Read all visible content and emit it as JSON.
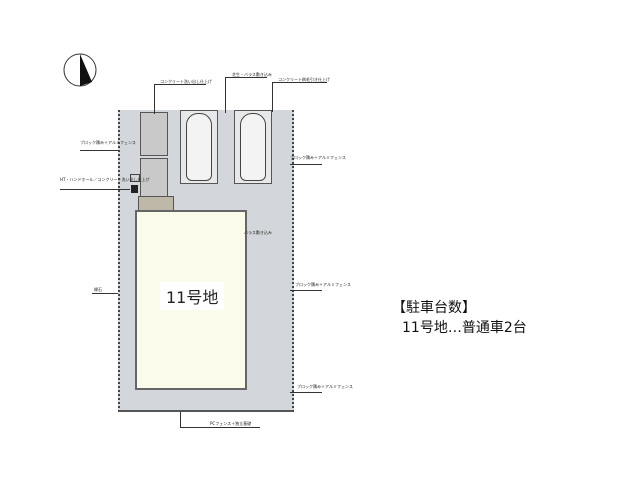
{
  "plan": {
    "lot_label": "11号地",
    "labels": {
      "concrete_wash": "コンクリート洗い出し仕上げ",
      "gravel_top": "芝生・バラス敷き込み",
      "concrete_brush": "コンクリート刷毛引き仕上げ",
      "block_left": "ブロック積み＋アルミフェンス",
      "block_right1": "ブロック積み＋アルミフェンス",
      "block_right2": "ブロック積み＋アルミフェンス",
      "block_right3": "ブロック積み＋アルミフェンス",
      "meter": "HT・ハンドホール／コンクリート洗い出し仕上げ",
      "gravel_side": "バラス敷き込み",
      "curb": "縁石",
      "fence_bottom": "PCフェンス＋独立基礎"
    }
  },
  "info": {
    "title": "【駐車台数】",
    "detail": "11号地…普通車2台"
  }
}
